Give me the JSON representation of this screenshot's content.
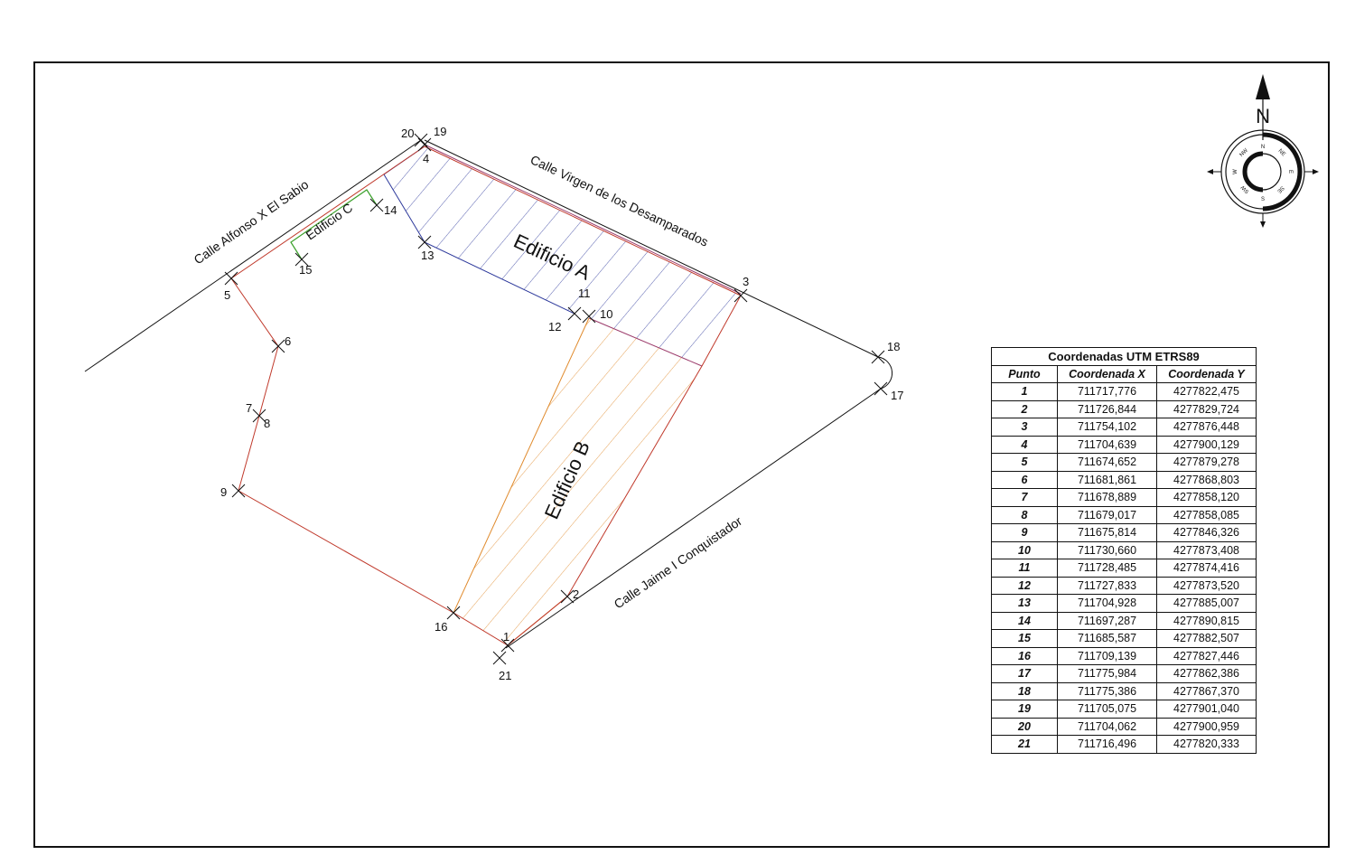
{
  "streets": {
    "alfonso": "Calle Alfonso X El Sabio",
    "virgen": "Calle Virgen de los Desamparados",
    "jaime": "Calle Jaime I Conquistador"
  },
  "buildings": {
    "a": "Edificio A",
    "b": "Edificio B",
    "c": "Edificio C"
  },
  "compass": {
    "north_letter": "N",
    "points": [
      "N",
      "NE",
      "E",
      "SE",
      "S",
      "SW",
      "W",
      "NW"
    ]
  },
  "table": {
    "title": "Coordenadas UTM ETRS89",
    "headers": [
      "Punto",
      "Coordenada X",
      "Coordenada Y"
    ],
    "rows": [
      [
        "1",
        "711717,776",
        "4277822,475"
      ],
      [
        "2",
        "711726,844",
        "4277829,724"
      ],
      [
        "3",
        "711754,102",
        "4277876,448"
      ],
      [
        "4",
        "711704,639",
        "4277900,129"
      ],
      [
        "5",
        "711674,652",
        "4277879,278"
      ],
      [
        "6",
        "711681,861",
        "4277868,803"
      ],
      [
        "7",
        "711678,889",
        "4277858,120"
      ],
      [
        "8",
        "711679,017",
        "4277858,085"
      ],
      [
        "9",
        "711675,814",
        "4277846,326"
      ],
      [
        "10",
        "711730,660",
        "4277873,408"
      ],
      [
        "11",
        "711728,485",
        "4277874,416"
      ],
      [
        "12",
        "711727,833",
        "4277873,520"
      ],
      [
        "13",
        "711704,928",
        "4277885,007"
      ],
      [
        "14",
        "711697,287",
        "4277890,815"
      ],
      [
        "15",
        "711685,587",
        "4277882,507"
      ],
      [
        "16",
        "711709,139",
        "4277827,446"
      ],
      [
        "17",
        "711775,984",
        "4277862,386"
      ],
      [
        "18",
        "711775,386",
        "4277867,370"
      ],
      [
        "19",
        "711705,075",
        "4277901,040"
      ],
      [
        "20",
        "711704,062",
        "4277900,959"
      ],
      [
        "21",
        "711716,496",
        "4277820,333"
      ]
    ]
  },
  "colors": {
    "boundary": "#c0392b",
    "edificio_a": "#2e3a9c",
    "edificio_b": "#e08a2c",
    "edificio_c": "#3aa02a"
  }
}
